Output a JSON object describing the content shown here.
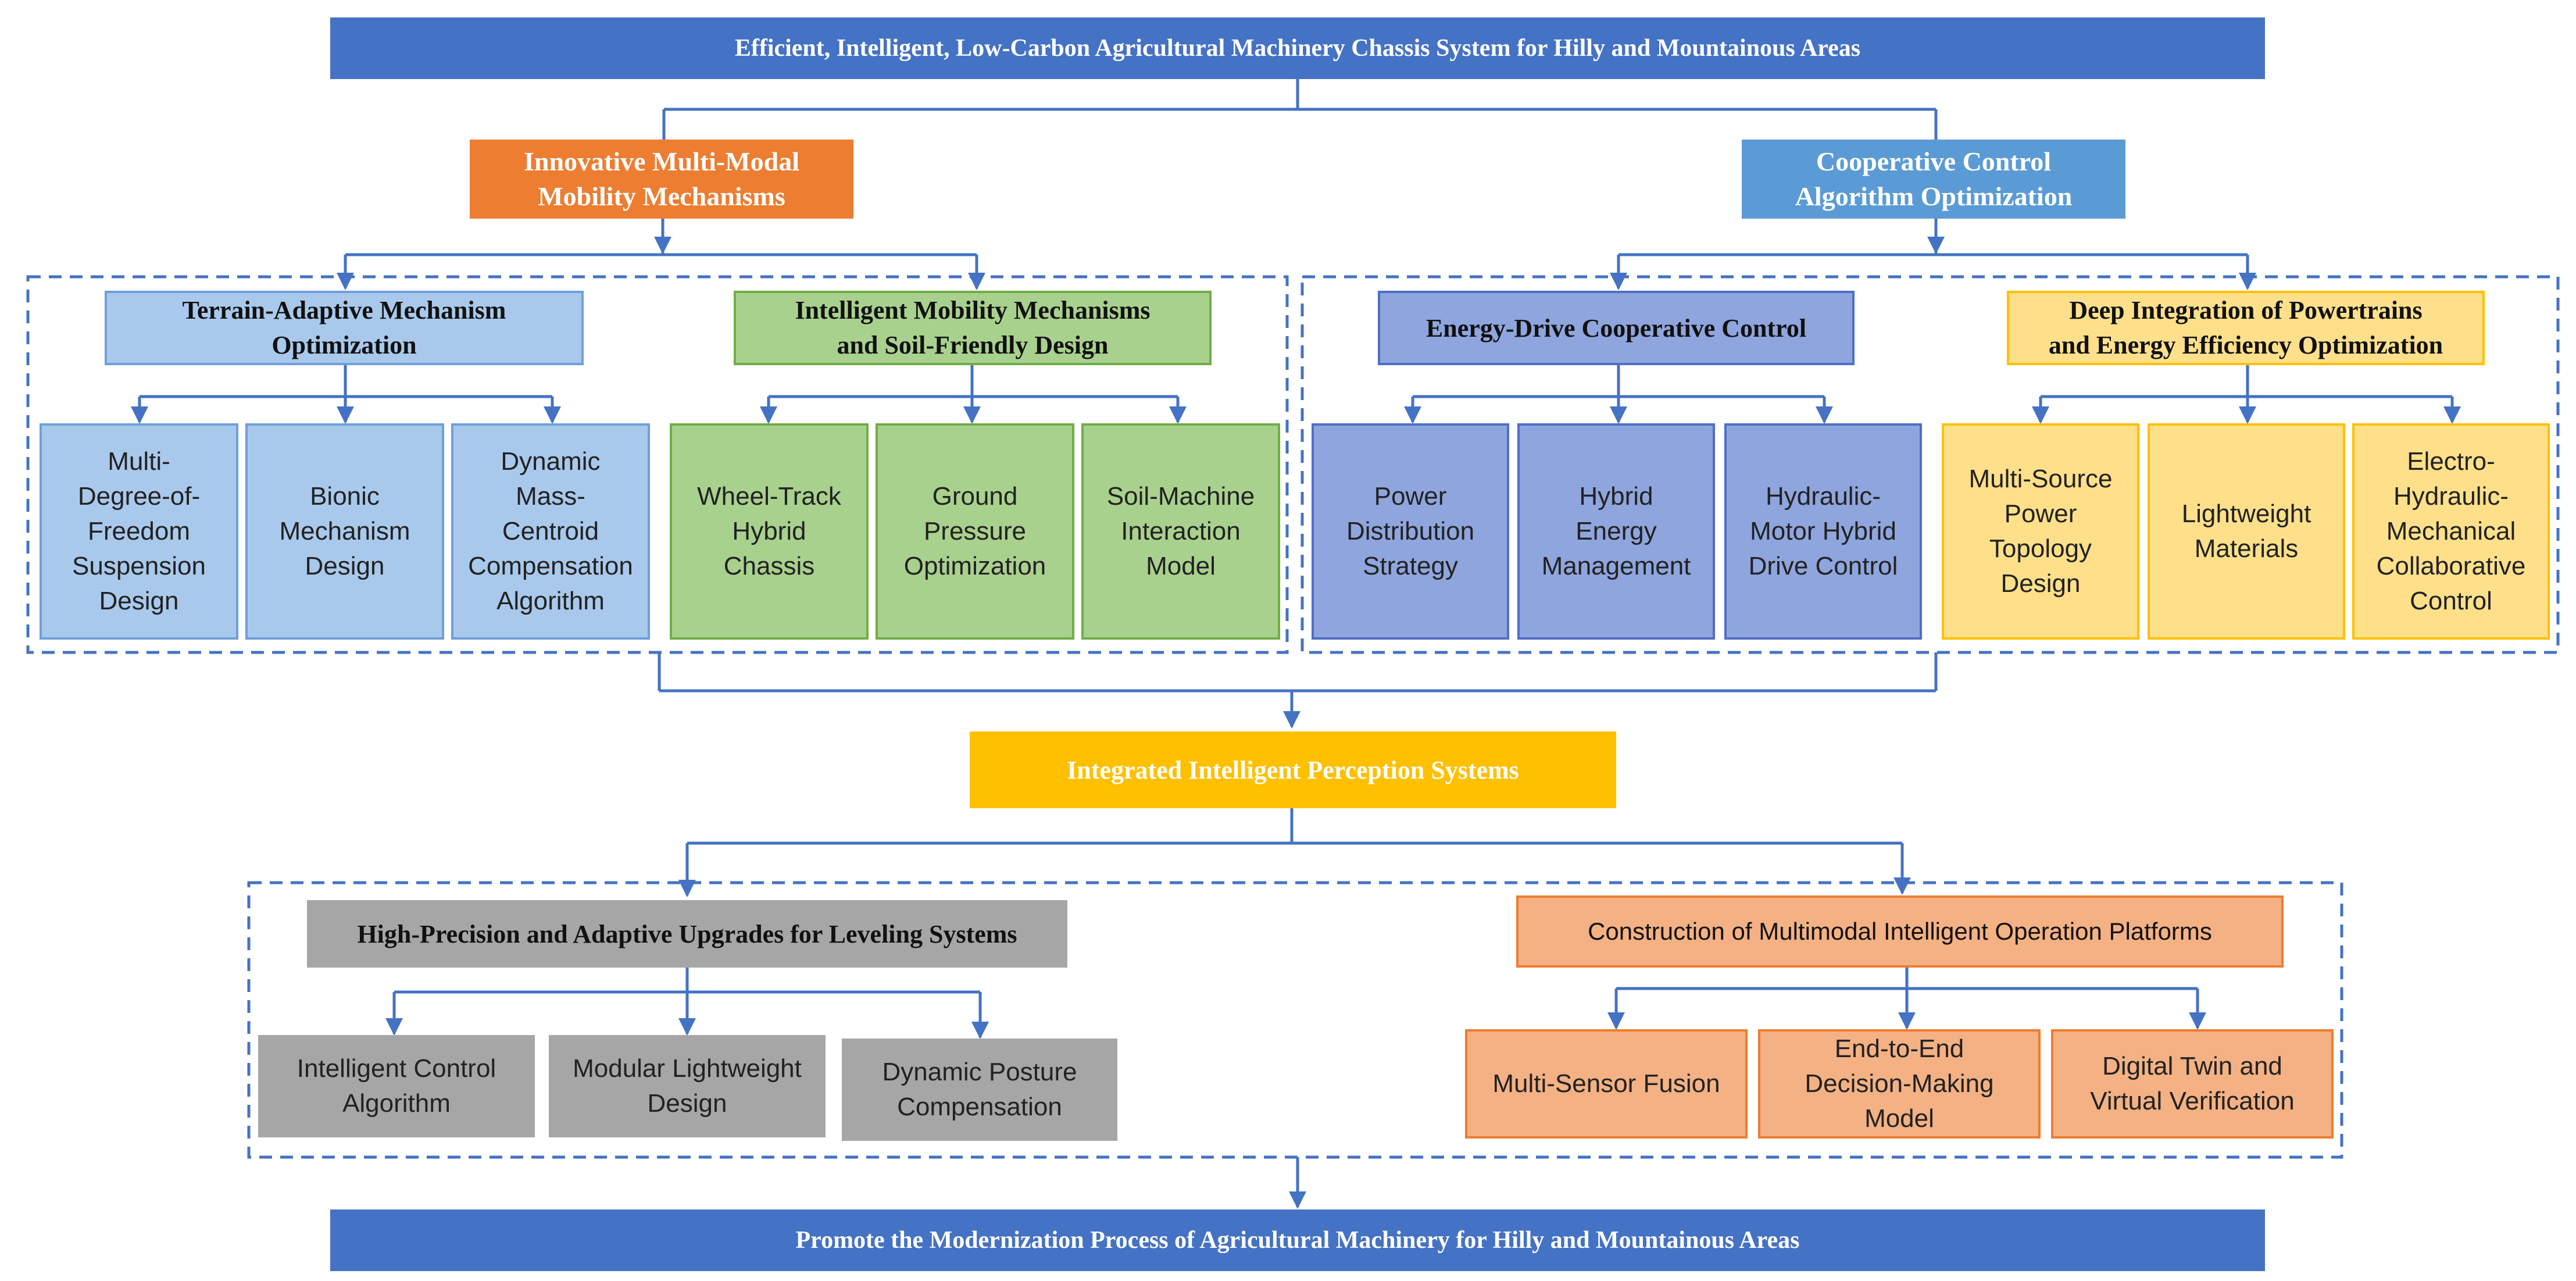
{
  "top_banner": "Efficient, Intelligent, Low-Carbon Agricultural Machinery Chassis System for Hilly and Mountainous Areas",
  "left_branch": {
    "title": "Innovative Multi-Modal\nMobility Mechanisms",
    "groups": [
      {
        "title": "Terrain-Adaptive Mechanism\nOptimization",
        "items": [
          "Multi-\nDegree-of-\nFreedom\nSuspension\nDesign",
          "Bionic\nMechanism\nDesign",
          "Dynamic\nMass-\nCentroid\nCompensation\nAlgorithm"
        ]
      },
      {
        "title": "Intelligent Mobility Mechanisms\nand Soil-Friendly Design",
        "items": [
          "Wheel-Track\nHybrid\nChassis",
          "Ground\nPressure\nOptimization",
          "Soil-Machine\nInteraction\nModel"
        ]
      }
    ]
  },
  "right_branch": {
    "title": "Cooperative Control\nAlgorithm Optimization",
    "groups": [
      {
        "title": "Energy-Drive Cooperative Control",
        "items": [
          "Power\nDistribution\nStrategy",
          "Hybrid\nEnergy\nManagement",
          "Hydraulic-\nMotor Hybrid\nDrive Control"
        ]
      },
      {
        "title": "Deep Integration of Powertrains\nand Energy Efficiency Optimization",
        "items": [
          "Multi-Source\nPower\nTopology\nDesign",
          "Lightweight\nMaterials",
          "Electro-\nHydraulic-\nMechanical\nCollaborative\nControl"
        ]
      }
    ]
  },
  "perception": {
    "title": "Integrated Intelligent Perception Systems",
    "groups": [
      {
        "title": "High-Precision and Adaptive Upgrades for Leveling Systems",
        "items": [
          "Intelligent Control\nAlgorithm",
          "Modular Lightweight\nDesign",
          "Dynamic Posture\nCompensation"
        ]
      },
      {
        "title": "Construction of Multimodal Intelligent Operation Platforms",
        "items": [
          "Multi-Sensor Fusion",
          "End-to-End\nDecision-Making\nModel",
          "Digital Twin and\nVirtual Verification"
        ]
      }
    ]
  },
  "bottom_banner": "Promote the Modernization Process of Agricultural Machinery for Hilly and Mountainous Areas",
  "colors": {
    "banner": "#4472c4",
    "connector": "#4472c4",
    "orange": "#ed7d31",
    "sky": "#5b9bd5",
    "gold": "#ffc000",
    "green": "#70ad47",
    "gray": "#a6a6a6"
  }
}
